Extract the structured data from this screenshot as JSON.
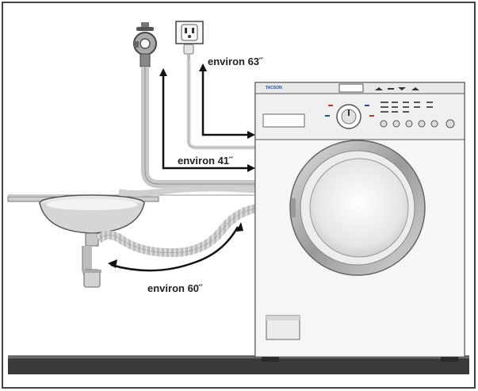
{
  "diagram": {
    "labels": {
      "top_hose": "environ 63˝",
      "middle_hose": "environ 41˝",
      "drain_hose": "environ 60˝"
    },
    "brand": "TACSON",
    "colors": {
      "frame": "#444444",
      "floor": "#3a3a3a",
      "arrow": "#111111",
      "hose": "#c8c8c8",
      "machine_body": "#f4f4f4"
    }
  }
}
